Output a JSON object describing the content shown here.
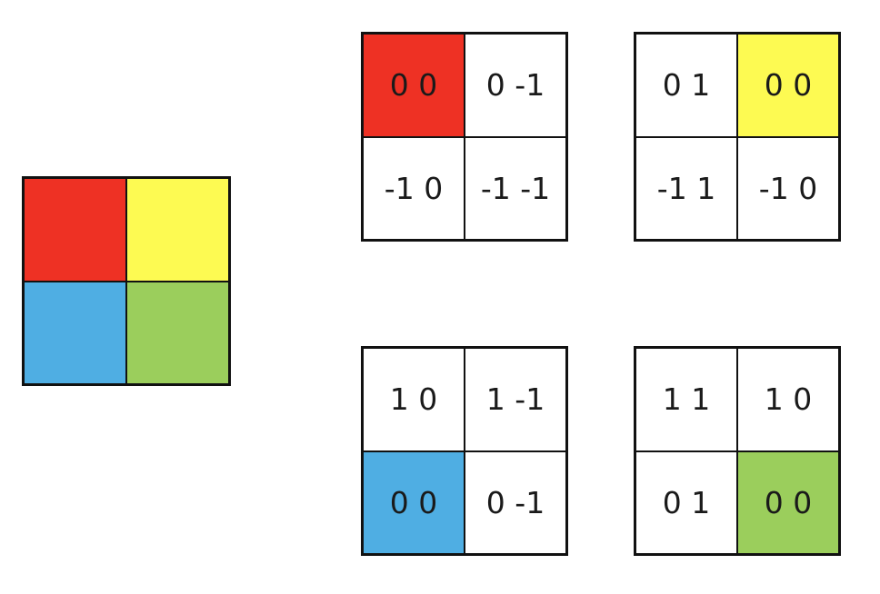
{
  "colors": {
    "red": "#ee3124",
    "yellow": "#fdfa52",
    "blue": "#4faee3",
    "green": "#9bce5c",
    "border": "#111111",
    "text": "#1a1a1a",
    "background": "#ffffff"
  },
  "reference_grid": {
    "cells": [
      {
        "color": "red"
      },
      {
        "color": "yellow"
      },
      {
        "color": "blue"
      },
      {
        "color": "green"
      }
    ]
  },
  "offset_grids": [
    {
      "id": "red-offset-grid",
      "highlight_color": "red",
      "cells": [
        {
          "label": "0 0",
          "highlighted": true
        },
        {
          "label": "0 -1",
          "highlighted": false
        },
        {
          "label": "-1 0",
          "highlighted": false
        },
        {
          "label": "-1 -1",
          "highlighted": false
        }
      ]
    },
    {
      "id": "yellow-offset-grid",
      "highlight_color": "yellow",
      "cells": [
        {
          "label": "0 1",
          "highlighted": false
        },
        {
          "label": "0 0",
          "highlighted": true
        },
        {
          "label": "-1 1",
          "highlighted": false
        },
        {
          "label": "-1 0",
          "highlighted": false
        }
      ]
    },
    {
      "id": "blue-offset-grid",
      "highlight_color": "blue",
      "cells": [
        {
          "label": "1 0",
          "highlighted": false
        },
        {
          "label": "1 -1",
          "highlighted": false
        },
        {
          "label": "0 0",
          "highlighted": true
        },
        {
          "label": "0 -1",
          "highlighted": false
        }
      ]
    },
    {
      "id": "green-offset-grid",
      "highlight_color": "green",
      "cells": [
        {
          "label": "1 1",
          "highlighted": false
        },
        {
          "label": "1 0",
          "highlighted": false
        },
        {
          "label": "0 1",
          "highlighted": false
        },
        {
          "label": "0 0",
          "highlighted": true
        }
      ]
    }
  ]
}
